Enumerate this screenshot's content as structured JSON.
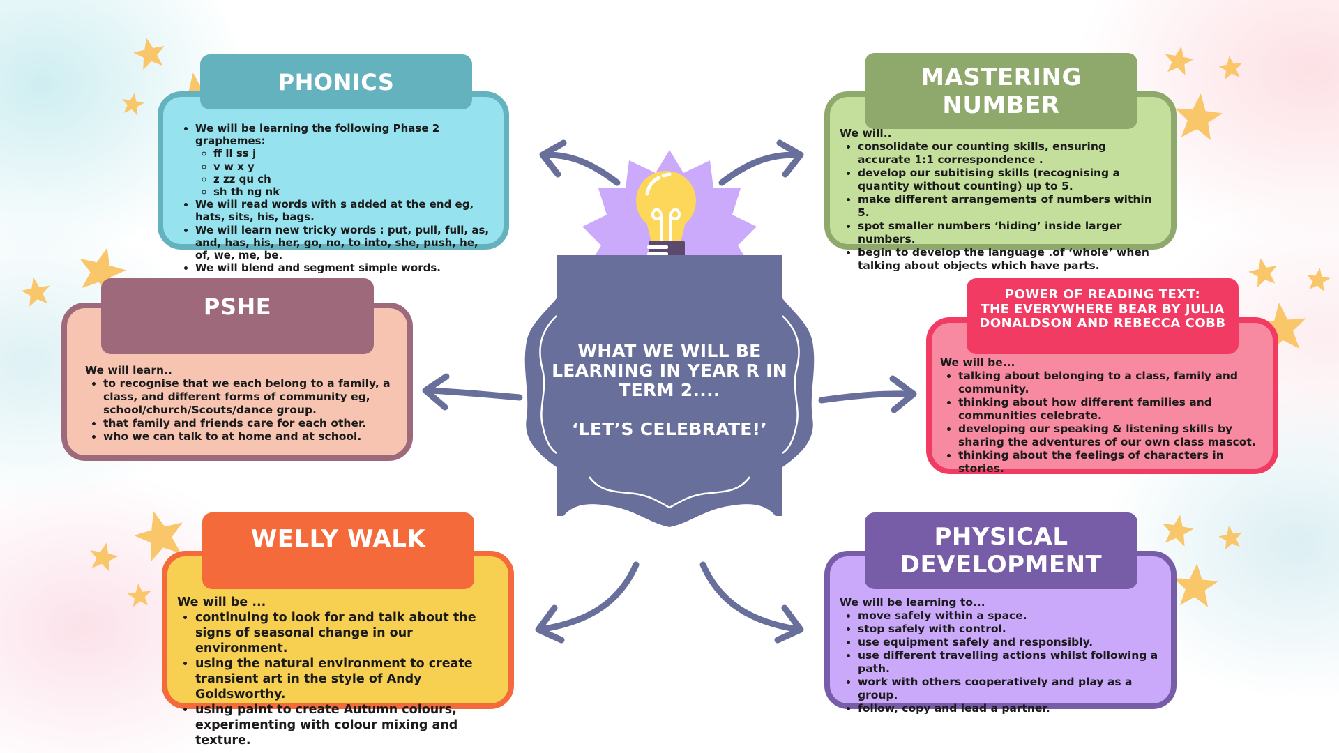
{
  "center": {
    "title": "WHAT WE WILL BE LEARNING IN YEAR R IN TERM 2....",
    "theme": "‘LET’S CELEBRATE!’",
    "icon": "lightbulb-icon"
  },
  "colors": {
    "center": "#686f9b",
    "phonics": "#65b2bf",
    "pshe": "#9e6a7b",
    "welly_walk": "#f46a3a",
    "mastering_number": "#8fa86b",
    "power_of_reading": "#f23b63",
    "physical_development": "#775da8",
    "star": "#f9c66a"
  },
  "phonics": {
    "title": "PHONICS",
    "items": [
      {
        "text": "We will be learning the following Phase 2 graphemes:",
        "sub": [
          "ff ll ss j",
          "v w x y",
          "z zz qu ch",
          "sh th ng nk"
        ]
      },
      {
        "text": "We will read words with s added at the end eg, hats, sits, his, bags."
      },
      {
        "text": "We will learn new tricky words : put, pull, full, as, and, has, his, her, go, no, to into, she, push, he, of, we, me, be."
      },
      {
        "text": "We will blend and segment simple words."
      }
    ]
  },
  "pshe": {
    "title": "PSHE",
    "intro": "We will learn..",
    "items": [
      "to recognise that we each belong to a family, a class, and different forms of community eg, school/church/Scouts/dance group.",
      "that family and friends care for each other.",
      "who we can talk to at home and at school."
    ]
  },
  "welly_walk": {
    "title": "WELLY WALK",
    "intro": "We will be ...",
    "items": [
      "continuing to look for and talk about the signs of seasonal change in our environment.",
      "using the natural environment to create transient art in the style of Andy Goldsworthy.",
      "using paint to create Autumn colours, experimenting with colour mixing and texture."
    ]
  },
  "mastering_number": {
    "title": "MASTERING\nNUMBER",
    "intro": "We will..",
    "items": [
      "consolidate our counting skills, ensuring accurate 1:1 correspondence .",
      "develop our subitising skills (recognising a quantity without counting) up to 5.",
      "make different arrangements of numbers within 5.",
      "spot smaller numbers ‘hiding’ inside larger numbers.",
      "begin to develop the language .of ‘whole’ when talking about objects which have parts."
    ]
  },
  "power_of_reading": {
    "title": "POWER OF READING TEXT:\nTHE EVERYWHERE BEAR BY JULIA\nDONALDSON AND REBECCA COBB",
    "intro": "We will be...",
    "items": [
      "talking about belonging to a class, family and community.",
      "thinking about how different families and communities celebrate.",
      "developing our speaking & listening skills by sharing the adventures of our own class mascot.",
      "thinking about the feelings of characters in stories."
    ]
  },
  "physical_development": {
    "title": "PHYSICAL\nDEVELOPMENT",
    "intro": "We will be learning to...",
    "items": [
      "move safely within a space.",
      "stop safely with control.",
      "use equipment safely and responsibly.",
      "use different travelling actions whilst following a path.",
      "work with others cooperatively and play as a group.",
      "follow, copy and lead a partner."
    ]
  }
}
